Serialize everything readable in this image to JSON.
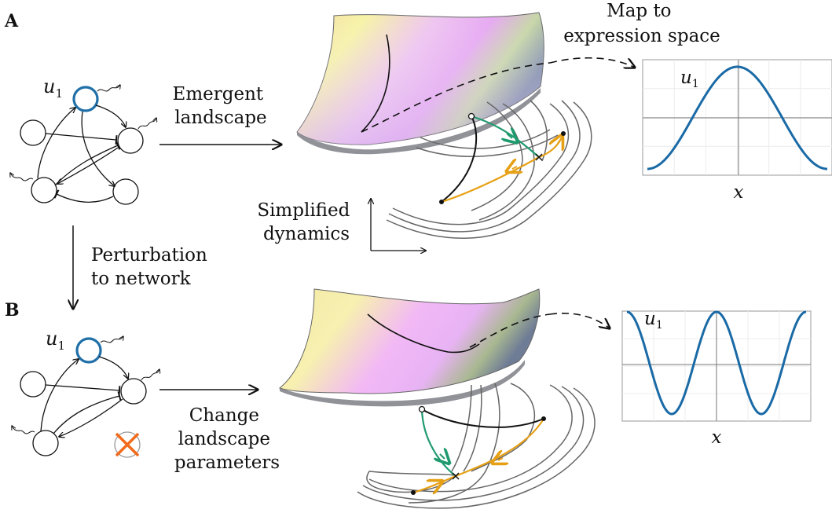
{
  "panel_a": {
    "label": "A",
    "map_label": [
      "Map to",
      "expression space"
    ],
    "arrow_label": [
      "Emergent",
      "landscape"
    ],
    "simplified_label": [
      "Simplified",
      "dynamics"
    ],
    "node_label": "u",
    "node_sub": "1",
    "plot_label": "u",
    "plot_sub": "1",
    "plot_xlabel": "x"
  },
  "perturbation": [
    "Perturbation",
    "to network"
  ],
  "panel_b": {
    "label": "B",
    "arrow_label": [
      "Change",
      "landscape",
      "parameters"
    ],
    "node_label": "u",
    "node_sub": "1",
    "plot_label": "u",
    "plot_sub": "1",
    "plot_xlabel": "x"
  },
  "colors": {
    "highlight_node": "#1f6fa8",
    "plot_curve": "#1a6aa6",
    "green_path": "#1f9a6e",
    "orange_path": "#e6a015",
    "knockout": "#f26a1b"
  }
}
